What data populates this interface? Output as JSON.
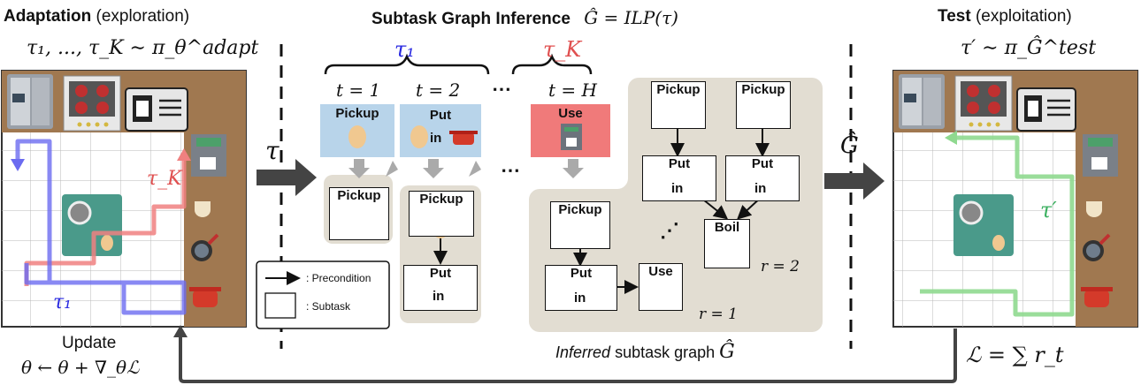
{
  "headers": {
    "adapt_bold": "Adaptation",
    "adapt_rest": "(exploration)",
    "infer_bold": "Subtask Graph Inference",
    "infer_math": "Ĝ = ILP(τ)",
    "test_bold": "Test",
    "test_rest": "(exploitation)"
  },
  "math": {
    "adapt_policy": "τ₁, ..., τ_K ∼ π_θ^adapt",
    "test_policy": "τ′ ∼ π_Ĝ^test",
    "tau": "τ",
    "tau1": "τ₁",
    "tauK": "τ_K",
    "taup": "τ′",
    "tau1_grid": "τ₁",
    "tauK_grid": "τ_K",
    "G_hat": "Ĝ",
    "t1": "t = 1",
    "t2": "t = 2",
    "tH": "t = H",
    "r2": "r = 2",
    "r1": "r = 1",
    "reward": "ℒ = ∑ r_t"
  },
  "update": {
    "label": "Update",
    "formula": "θ ← θ + ∇_θℒ"
  },
  "trajectory": {
    "step1": {
      "action": "Pickup"
    },
    "step2": {
      "action": "Put",
      "in": "in"
    },
    "stepH": {
      "action": "Use"
    }
  },
  "graph_nodes": {
    "pickup_egg_a": "Pickup",
    "pickup_egg_b": "Pickup",
    "put_egg_b": "Put",
    "put_in_b": "in",
    "pickup_egg_top": "Pickup",
    "pickup_pot_top": "Pickup",
    "put_egg_pot": "Put",
    "put_egg_pot_in": "in",
    "put_pot_stove": "Put",
    "put_pot_stove_in": "in",
    "boil": "Boil",
    "pickup_cup": "Pickup",
    "put_cup": "Put",
    "put_cup_in": "in",
    "use_coffee": "Use",
    "dots": "⋰"
  },
  "legend": {
    "precondition": ": Precondition",
    "subtask": ": Subtask"
  },
  "inferred": {
    "italic": "Inferred",
    "rest": "subtask graph"
  },
  "colors": {
    "blue_traj": "#6b6bf0",
    "red_traj": "#f08080",
    "green_traj": "#8fd98f",
    "panel": "#e2ddd2",
    "wall": "#a07850",
    "floor": "#ffffff",
    "table": "#4a9a8a",
    "box_blue": "#b8d4ea",
    "box_red": "#f07a7a"
  }
}
